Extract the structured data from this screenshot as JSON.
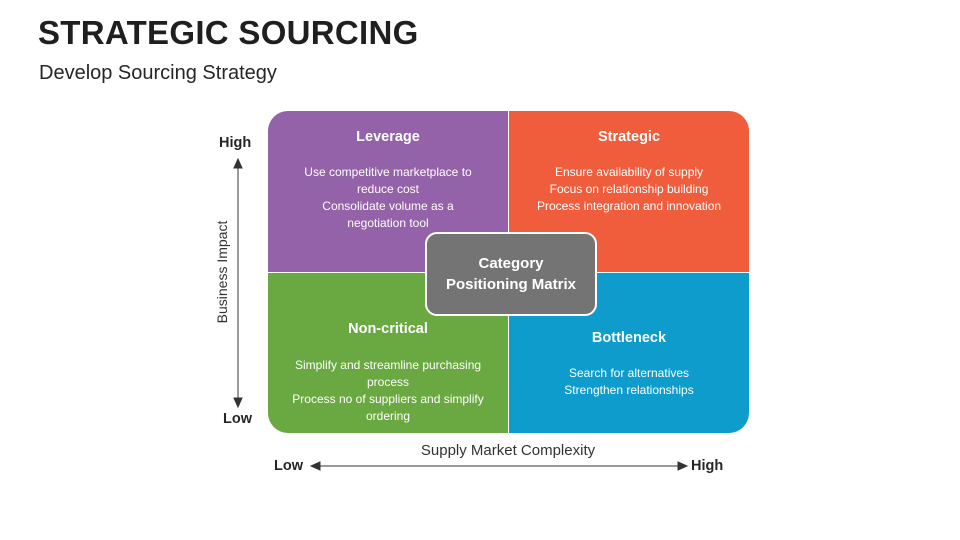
{
  "title": "STRATEGIC SOURCING",
  "subtitle": "Develop Sourcing Strategy",
  "y_axis": {
    "label": "Business Impact",
    "high": "High",
    "low": "Low"
  },
  "x_axis": {
    "label": "Supply Market Complexity",
    "low": "Low",
    "high": "High"
  },
  "center": {
    "line1": "Category",
    "line2": "Positioning Matrix"
  },
  "quadrants": {
    "leverage": {
      "title": "Leverage",
      "lines": [
        "Use competitive marketplace to",
        "reduce cost",
        "Consolidate volume as a",
        "negotiation tool"
      ],
      "color": "#9462a8"
    },
    "strategic": {
      "title": "Strategic",
      "lines": [
        "Ensure availability of supply",
        "Focus on relationship building",
        "Process integration and innovation"
      ],
      "color": "#ef5d3c"
    },
    "noncritical": {
      "title": "Non-critical",
      "lines": [
        "Simplify and streamline purchasing",
        "process",
        "Process no of suppliers and simplify",
        "ordering"
      ],
      "color": "#6aa841"
    },
    "bottleneck": {
      "title": "Bottleneck",
      "lines": [
        "Search for alternatives",
        "Strengthen relationships"
      ],
      "color": "#0e9ccd"
    }
  }
}
